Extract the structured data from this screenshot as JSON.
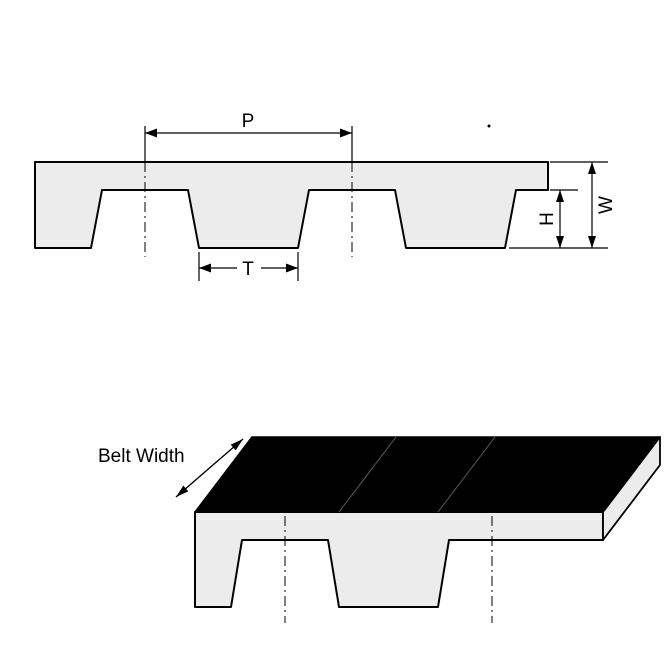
{
  "labels": {
    "pitch": "P",
    "tooth_width": "T",
    "tooth_height": "H",
    "belt_thickness": "W",
    "belt_width": "Belt Width"
  },
  "colors": {
    "background": "#ffffff",
    "belt_fill": "#ececec",
    "belt_outline": "#000000",
    "top_face": "#000000",
    "end_face_fill": "#ececec",
    "dimension_lines": "#000000",
    "seam_line": "#6a6a6a"
  }
}
